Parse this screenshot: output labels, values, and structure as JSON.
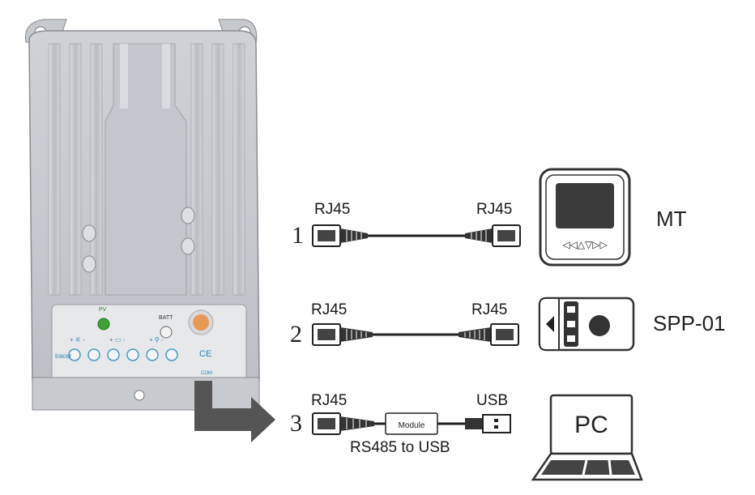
{
  "controller": {
    "indicator_pv": "PV",
    "indicator_batt": "BATT",
    "brand": "tracer",
    "cert_mark": "CE",
    "port_label": "COM",
    "button_glyphs": [
      "+ ⚟ -",
      "+ ▭ -",
      "+ ⚲ -"
    ]
  },
  "connections": [
    {
      "number": "1",
      "left_connector": "RJ45",
      "right_connector": "RJ45",
      "device": "MT"
    },
    {
      "number": "2",
      "left_connector": "RJ45",
      "right_connector": "RJ45",
      "device": "SPP-01"
    },
    {
      "number": "3",
      "left_connector": "RJ45",
      "right_connector": "USB",
      "module_label": "Module",
      "cable_caption": "RS485 to USB",
      "device": "PC"
    }
  ],
  "colors": {
    "controller_body": "#c9ccd1",
    "outline": "#333333",
    "arrow": "#555555",
    "led_green": "#3fa03a",
    "knob_orange": "#e89a55"
  },
  "icons": {
    "mt_buttons": "◁◁△▽▷▷"
  }
}
